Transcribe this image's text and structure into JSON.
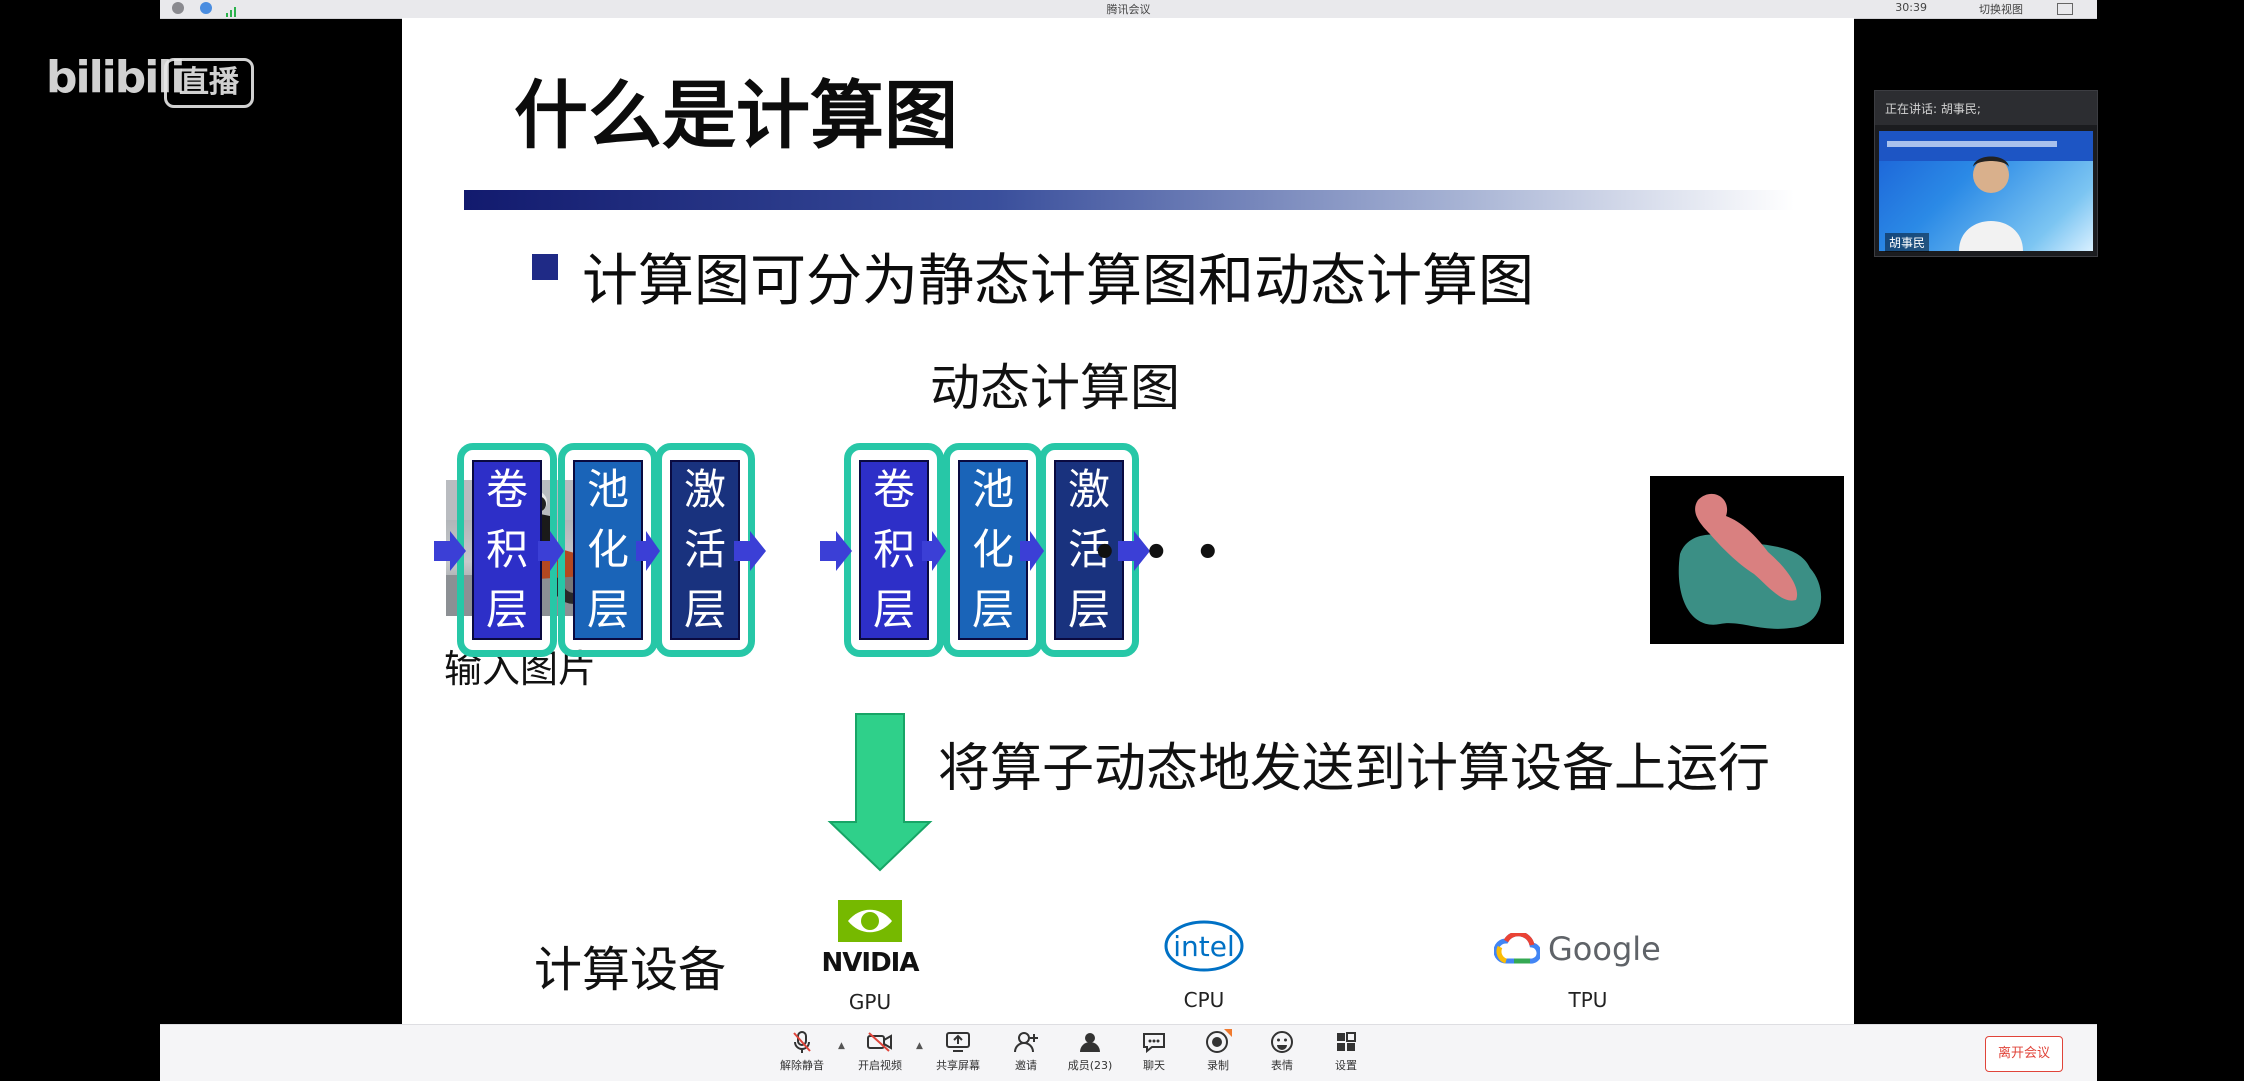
{
  "window": {
    "title": "腾讯会议",
    "clock": "30:39",
    "switch_view": "切换视图"
  },
  "watermark": {
    "brand": "bilibili",
    "live": "直播"
  },
  "slide": {
    "title": "什么是计算图",
    "bullet": "计算图可分为静态计算图和动态计算图",
    "subtitle": "动态计算图",
    "input_label": "输入图片",
    "layers": [
      {
        "kind": "conv",
        "chars": [
          "卷",
          "积",
          "层"
        ]
      },
      {
        "kind": "pool",
        "chars": [
          "池",
          "化",
          "层"
        ]
      },
      {
        "kind": "act",
        "chars": [
          "激",
          "活",
          "层"
        ]
      },
      {
        "kind": "conv",
        "chars": [
          "卷",
          "积",
          "层"
        ]
      },
      {
        "kind": "pool",
        "chars": [
          "池",
          "化",
          "层"
        ]
      },
      {
        "kind": "act",
        "chars": [
          "激",
          "活",
          "层"
        ]
      }
    ],
    "ellipsis": "• • •",
    "arrow_caption": "将算子动态地发送到计算设备上运行",
    "devices_label": "计算设备",
    "devices": [
      {
        "logo": "NVIDIA",
        "caption": "GPU"
      },
      {
        "logo": "intel",
        "caption": "CPU"
      },
      {
        "logo": "Google",
        "caption": "TPU"
      }
    ],
    "colors": {
      "conv": "#2d2fc8",
      "pool": "#1a64b8",
      "act": "#19327e",
      "frame": "#27c7a7",
      "arrow": "#3b3fd6",
      "down_arrow": "#2fd08a"
    }
  },
  "speaker_panel": {
    "caption": "正在讲话: 胡事民;",
    "name": "胡事民"
  },
  "toolbar": {
    "buttons": [
      {
        "id": "mute",
        "label": "解除静音",
        "icon": "mic-off-icon"
      },
      {
        "id": "video",
        "label": "开启视频",
        "icon": "camera-off-icon"
      },
      {
        "id": "share",
        "label": "共享屏幕",
        "icon": "screen-share-icon"
      },
      {
        "id": "invite",
        "label": "邀请",
        "icon": "invite-icon"
      },
      {
        "id": "members",
        "label": "成员(23)",
        "icon": "members-icon"
      },
      {
        "id": "chat",
        "label": "聊天",
        "icon": "chat-icon"
      },
      {
        "id": "record",
        "label": "录制",
        "icon": "record-icon"
      },
      {
        "id": "emoji",
        "label": "表情",
        "icon": "emoji-icon"
      },
      {
        "id": "settings",
        "label": "设置",
        "icon": "settings-icon"
      }
    ],
    "leave": "离开会议"
  }
}
